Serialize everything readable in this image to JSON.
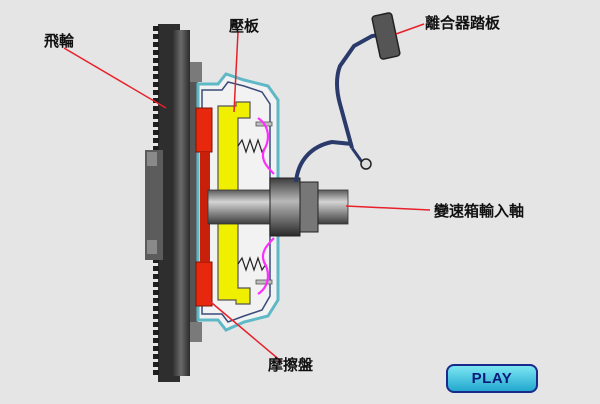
{
  "labels": {
    "flywheel": "飛輪",
    "pressure_plate": "壓板",
    "pedal": "離合器踏板",
    "input_shaft": "變速箱輸入軸",
    "friction_disc": "摩擦盤"
  },
  "controls": {
    "play": "PLAY"
  },
  "colors": {
    "background": "#e5e5e5",
    "flywheel": "#3a3a3a",
    "pressure_plate": "#f0ef00",
    "friction_disc": "#e8280c",
    "cover": "#5fb8c6",
    "shaft": "#808080",
    "spring": "#ff2cff",
    "leader_line": "#e8202a",
    "play_button": "#3ec3e0"
  }
}
